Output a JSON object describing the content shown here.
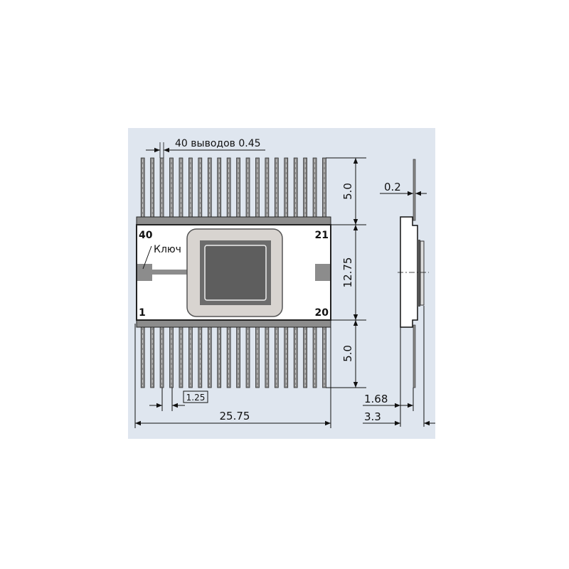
{
  "labels": {
    "pin_count_note": "40 выводов 0.45",
    "key": "Ключ",
    "pin_40": "40",
    "pin_21": "21",
    "pin_1": "1",
    "pin_20": "20",
    "dim_top_leads": "5.0",
    "dim_body": "12.75",
    "dim_bottom_leads": "5.0",
    "dim_pitch": "1.25",
    "dim_width": "25.75",
    "dim_lead_thickness": "0.2",
    "dim_body_thickness": "1.68",
    "dim_total_thickness": "3.3"
  },
  "pins_per_side": 20,
  "colors": {
    "background": "#dfe6ef",
    "pin": "#8c8c8c",
    "window_frame": "#d8d4d0",
    "die": "#5e5e5e"
  }
}
